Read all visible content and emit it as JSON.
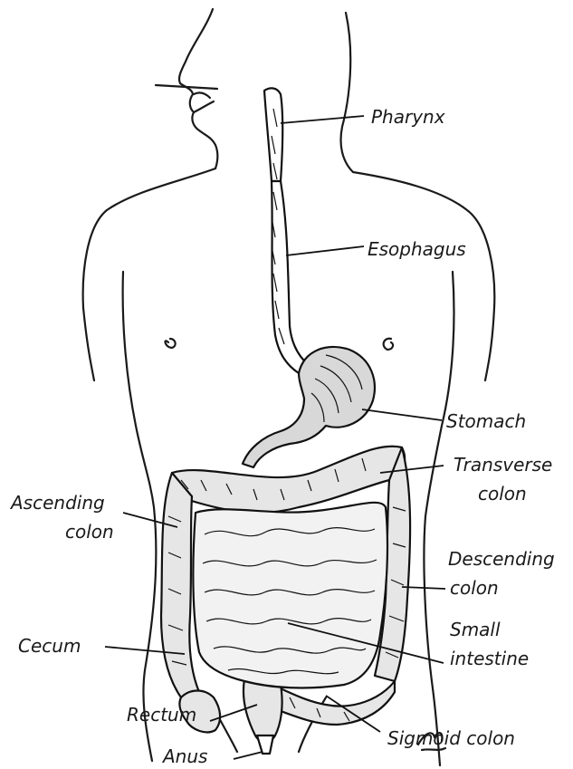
{
  "labels": {
    "pharynx": "Pharynx",
    "esophagus": "Esophagus",
    "stomach": "Stomach",
    "transverse_1": "Transverse",
    "transverse_2": "colon",
    "ascending_1": "Ascending",
    "ascending_2": "colon",
    "descending_1": "Descending",
    "descending_2": "colon",
    "small_1": "Small",
    "small_2": "intestine",
    "cecum": "Cecum",
    "rectum": "Rectum",
    "sigmoid": "Sigmoid colon",
    "anus": "Anus"
  },
  "colors": {
    "ink": "#111111",
    "stomach_fill": "#d8d8d8",
    "intestine_fill": "#e6e6e6",
    "background": "#ffffff"
  }
}
